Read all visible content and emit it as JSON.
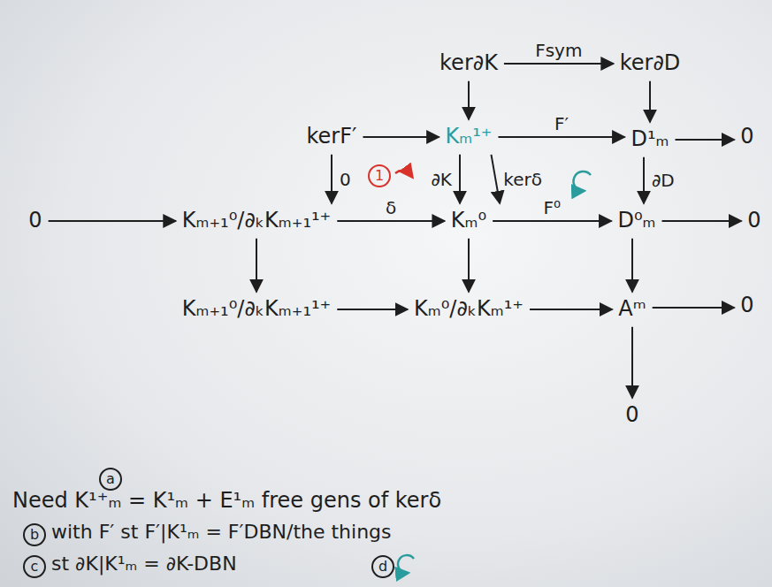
{
  "diagram": {
    "nodes": [
      {
        "text": [
          "ker∂K"
        ]
      },
      {
        "text": [
          "ker∂D"
        ]
      },
      {
        "text": [
          "kerF′"
        ]
      },
      {
        "text": [
          "Kₘ¹⁺"
        ]
      },
      {
        "text": [
          "D¹ₘ"
        ]
      },
      {
        "text": [
          "0"
        ]
      },
      {
        "text": [
          "0"
        ]
      },
      {
        "text": [
          "Kₘ₊₁⁰/∂ₖKₘ₊₁¹⁺"
        ]
      },
      {
        "text": [
          "Kₘ⁰"
        ]
      },
      {
        "text": [
          "D⁰ₘ"
        ]
      },
      {
        "text": [
          "0"
        ]
      },
      {
        "text": [
          "Kₘ₊₁⁰/∂ₖKₘ₊₁¹⁺"
        ]
      },
      {
        "text": [
          "Kₘ⁰/∂ₖKₘ¹⁺"
        ]
      },
      {
        "text": [
          "Aᵐ"
        ]
      },
      {
        "text": [
          "0"
        ]
      },
      {
        "text": [
          "0"
        ]
      }
    ],
    "edges": [
      {
        "from": 0,
        "to": 1,
        "arrow": "to",
        "label": "Fsym"
      },
      {
        "from": 0,
        "to": 3,
        "arrow": "to"
      },
      {
        "from": 1,
        "to": 4,
        "arrow": "to"
      },
      {
        "from": 2,
        "to": 3,
        "arrow": "to"
      },
      {
        "from": 3,
        "to": 4,
        "arrow": "to",
        "label": "F′"
      },
      {
        "from": 4,
        "to": 5,
        "arrow": "to"
      },
      {
        "from": 2,
        "to": 7,
        "arrow": "to",
        "label": "0"
      },
      {
        "from": 3,
        "to": 8,
        "arrow": "to",
        "label": "∂K"
      },
      {
        "from": 3,
        "to": 8,
        "arrow": "to",
        "label": "kerδ"
      },
      {
        "from": 4,
        "to": 9,
        "arrow": "to",
        "label": "∂D"
      },
      {
        "from": 6,
        "to": 7,
        "arrow": "to"
      },
      {
        "from": 7,
        "to": 8,
        "arrow": "to",
        "label": "δ"
      },
      {
        "from": 8,
        "to": 9,
        "arrow": "to",
        "label": "F⁰"
      },
      {
        "from": 9,
        "to": 10,
        "arrow": "to"
      },
      {
        "from": 7,
        "to": 11,
        "arrow": "to"
      },
      {
        "from": 8,
        "to": 12,
        "arrow": "to"
      },
      {
        "from": 11,
        "to": 12,
        "arrow": "to"
      },
      {
        "from": 12,
        "to": 13,
        "arrow": "to"
      },
      {
        "from": 13,
        "to": 14,
        "arrow": "to"
      },
      {
        "from": 9,
        "to": 13,
        "arrow": "to"
      },
      {
        "from": 13,
        "to": 15,
        "arrow": "to"
      }
    ],
    "labels": [
      "1",
      "a",
      "Need K¹⁺ₘ = K¹ₘ + E¹ₘ free gens of kerδ",
      "b",
      "with F′ st F′|K¹ₘ = F′DBN/the things",
      "c",
      "st ∂K|K¹ₘ = ∂K-DBN",
      "d"
    ]
  }
}
